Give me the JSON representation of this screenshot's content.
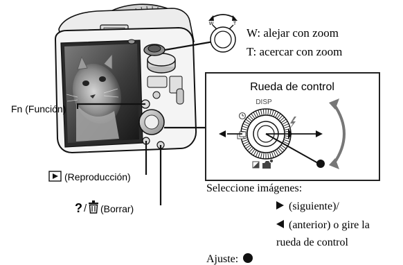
{
  "zoom": {
    "lever_w_letter": "W",
    "lever_t_letter": "T",
    "w_label": "W: alejar con zoom",
    "t_label": "T: acercar con zoom"
  },
  "control_wheel": {
    "title": "Rueda de control",
    "disp_label": "DISP",
    "self_timer_icon": "self-timer-icon",
    "drive_mode_icon": "drive-mode-icon",
    "exposure_icon": "exposure-compensation-icon",
    "scene_icon": "scene-selection-icon",
    "flash_icon": "flash-icon"
  },
  "buttons": {
    "fn_label": "Fn (Función)",
    "playback_label": "(Reproducción)",
    "delete_label": "(Borrar)",
    "help_icon": "help-icon",
    "trash_icon": "trash-icon",
    "playback_icon": "playback-icon"
  },
  "instructions": {
    "select_title": "Seleccione imágenes:",
    "next_label": "(siguiente)/",
    "prev_label": "(anterior) o gire la",
    "prev_label_cont": "rueda de control",
    "setting_label": "Ajuste:"
  },
  "colors": {
    "line": "#111111",
    "panel_border": "#222222",
    "camera_body": "#f4f4f4"
  }
}
